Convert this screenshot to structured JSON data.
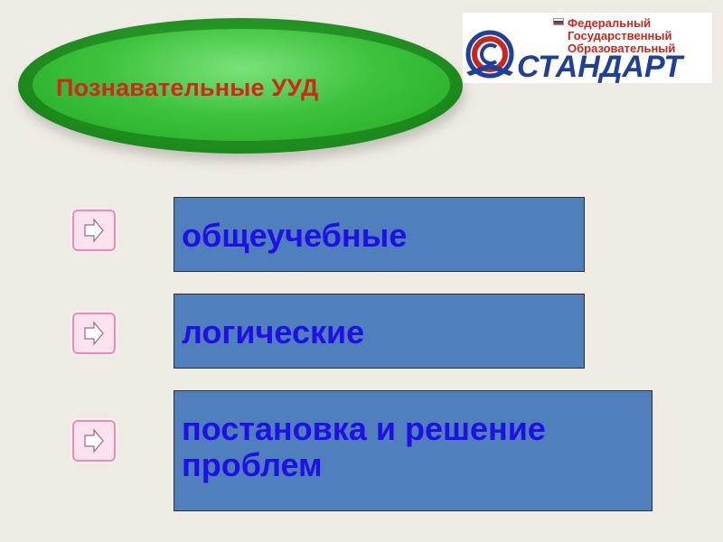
{
  "header": {
    "title": "Познавательные УУД",
    "title_color": "#D4261C",
    "accent_green": "#3FC33F"
  },
  "logo": {
    "line1": "Федеральный",
    "line2": "Государственный",
    "line3": "Образовательный",
    "word": "СТАНДАРТ",
    "red": "#C8261E",
    "blue": "#1F3F9A"
  },
  "items": [
    {
      "label": "общеучебные",
      "icon": "arrow-right-icon"
    },
    {
      "label": "логические",
      "icon": "arrow-right-icon"
    },
    {
      "label": "постановка и решение проблем",
      "icon": "arrow-right-icon"
    }
  ],
  "colors": {
    "box_fill": "#4F7FBC",
    "box_text": "#1F10E6",
    "button_border": "#F08AB4",
    "background": "#EEEBE4"
  }
}
